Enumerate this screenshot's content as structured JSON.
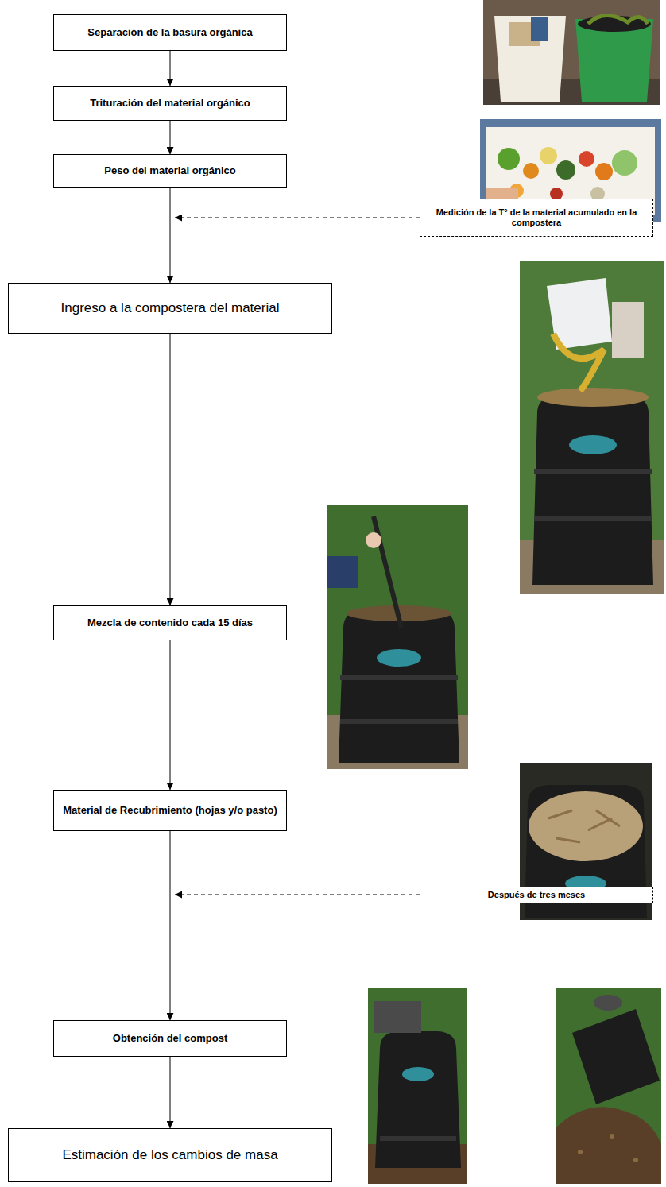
{
  "diagram": {
    "nodes": [
      {
        "text": [
          "Separación de la basura orgánica"
        ]
      },
      {
        "text": [
          "Trituración del material orgánico"
        ]
      },
      {
        "text": [
          "Peso del material orgánico"
        ]
      },
      {
        "text": [
          "Medición de la T° de la material acumulado en la compostera"
        ]
      },
      {
        "text": [
          "Ingreso a la compostera del material"
        ]
      },
      {
        "text": [
          "Mezcla de contenido cada 15 días"
        ]
      },
      {
        "text": [
          "Material de Recubrimiento (hojas y/o pasto)"
        ]
      },
      {
        "text": [
          "Después de tres meses"
        ]
      },
      {
        "text": [
          "Obtención del compost"
        ]
      },
      {
        "text": [
          "Estimación de los cambios de masa"
        ]
      }
    ],
    "edges": [
      {
        "from": 0,
        "to": 1,
        "arrow": "to"
      },
      {
        "from": 1,
        "to": 2,
        "arrow": "to"
      },
      {
        "from": 2,
        "to": 4,
        "arrow": "to"
      },
      {
        "from": 4,
        "to": 5,
        "arrow": "to"
      },
      {
        "from": 5,
        "to": 6,
        "arrow": "to"
      },
      {
        "from": 6,
        "to": 8,
        "arrow": "to"
      },
      {
        "from": 8,
        "to": 9,
        "arrow": "to"
      }
    ]
  }
}
